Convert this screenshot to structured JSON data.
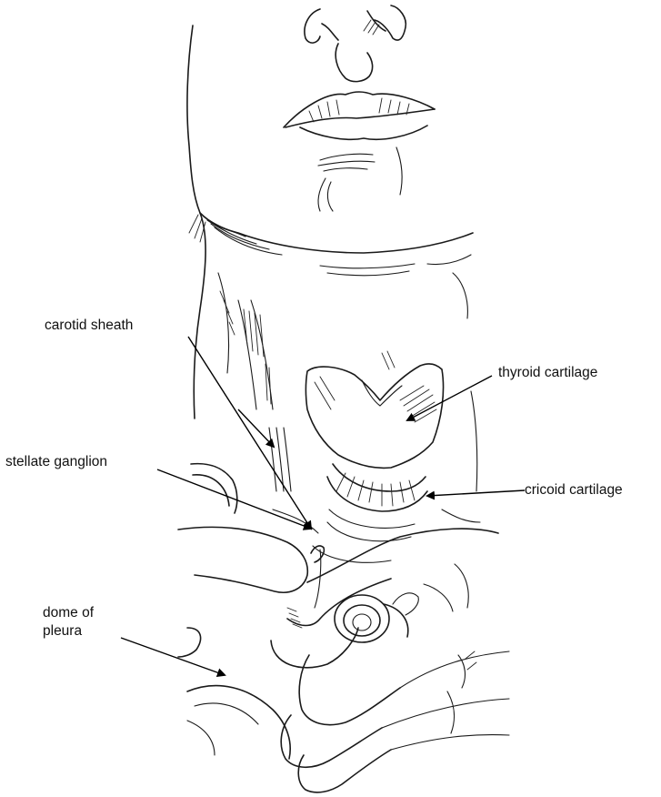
{
  "labels": {
    "carotid_sheath": "carotid sheath",
    "thyroid_cartilage": "thyroid cartilage",
    "stellate_ganglion": "stellate ganglion",
    "cricoid_cartilage": "cricoid cartilage",
    "dome_of_pleura_line1": "dome of",
    "dome_of_pleura_line2": "pleura"
  }
}
